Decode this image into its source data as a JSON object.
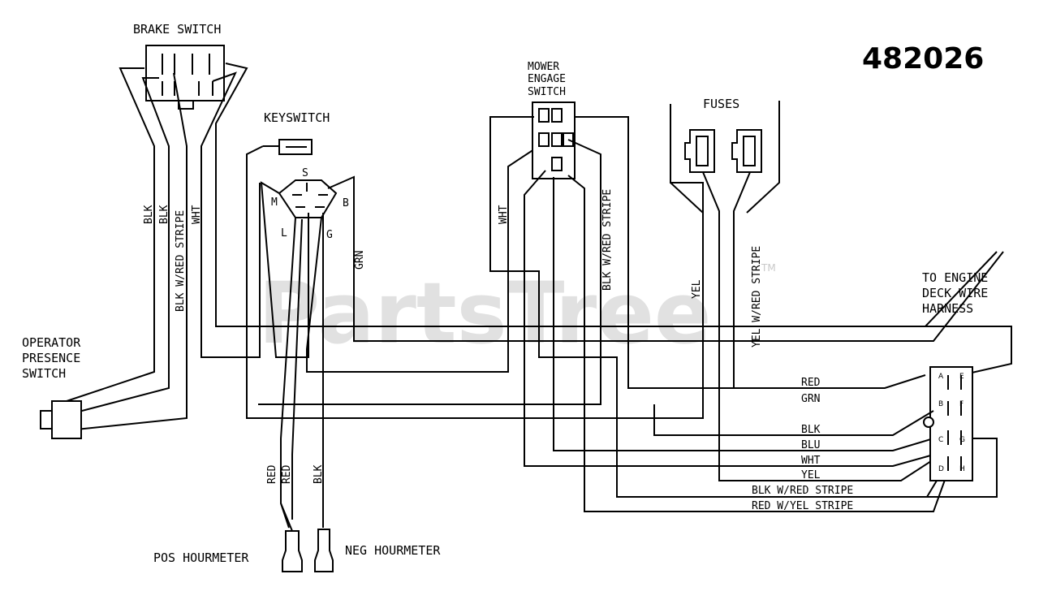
{
  "diagram_number": "482026",
  "watermark": "PartsTree",
  "watermark_tm": "TM",
  "components": {
    "brake_switch": "BRAKE SWITCH",
    "keyswitch": "KEYSWITCH",
    "mower_engage_line1": "MOWER",
    "mower_engage_line2": "ENGAGE",
    "mower_engage_line3": "SWITCH",
    "fuses": "FUSES",
    "operator_line1": "OPERATOR",
    "operator_line2": "PRESENCE",
    "operator_line3": "SWITCH",
    "engine_line1": "TO ENGINE",
    "engine_line2": "DECK WIRE",
    "engine_line3": "HARNESS",
    "pos_hourmeter": "POS HOURMETER",
    "neg_hourmeter": "NEG HOURMETER"
  },
  "keyswitch_terminals": {
    "s": "S",
    "m": "M",
    "b": "B",
    "l": "L",
    "g": "G"
  },
  "connector_pins": {
    "a": "A",
    "b": "B",
    "c": "C",
    "d": "D",
    "e": "E",
    "f": "F",
    "g": "G",
    "h": "H"
  },
  "wire_labels": {
    "brake_blk1": "BLK",
    "brake_blk2": "BLK",
    "brake_blk_red": "BLK W/RED STRIPE",
    "brake_wht": "WHT",
    "key_grn": "GRN",
    "engage_wht": "WHT",
    "engage_blk_red": "BLK W/RED STRIPE",
    "fuse_yel": "YEL",
    "fuse_yel_red": "YEL W/RED STRIPE",
    "hour_red1": "RED",
    "hour_red2": "RED",
    "hour_blk": "BLK"
  },
  "harness_wires": [
    "RED",
    "GRN",
    "BLK",
    "BLU",
    "WHT",
    "YEL",
    "BLK W/RED STRIPE",
    "RED W/YEL STRIPE"
  ]
}
